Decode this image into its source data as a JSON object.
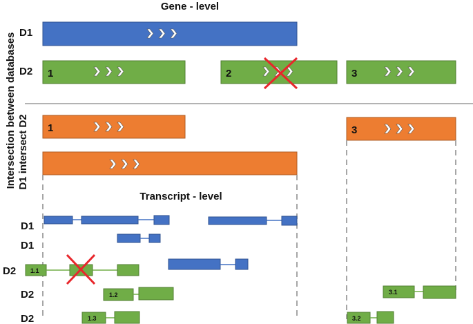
{
  "title_gene": "Gene - level",
  "title_transcript": "Transcript - level",
  "side_label_top": "Intersection between databases",
  "side_label_bottom": "D1 intersect D2",
  "row_labels": {
    "d1_gene": "D1",
    "d2_gene": "D2",
    "t_d1_a": "D1",
    "t_d1_b": "D1",
    "t_d2_a": "D2",
    "t_d2_b": "D2",
    "t_d2_c": "D2"
  },
  "gene_numbers": {
    "d2_gene_1": "1",
    "d2_gene_2": "2",
    "d2_gene_3": "3",
    "inter_gene_1": "1",
    "inter_gene_3": "3"
  },
  "transcript_ids": {
    "t1_1": "1.1",
    "t1_2": "1.2",
    "t1_3": "1.3",
    "t3_1": "3.1",
    "t3_2": "3.2"
  },
  "colors": {
    "blue": "#4472c4",
    "green": "#70ad47",
    "orange": "#ed7d31",
    "red_cross": "#e8262b",
    "divider": "#b3b3b3",
    "dashed": "#a6a6a6"
  },
  "icons": {
    "direction": "chevron-right-icon",
    "excluded": "red-cross-icon"
  }
}
